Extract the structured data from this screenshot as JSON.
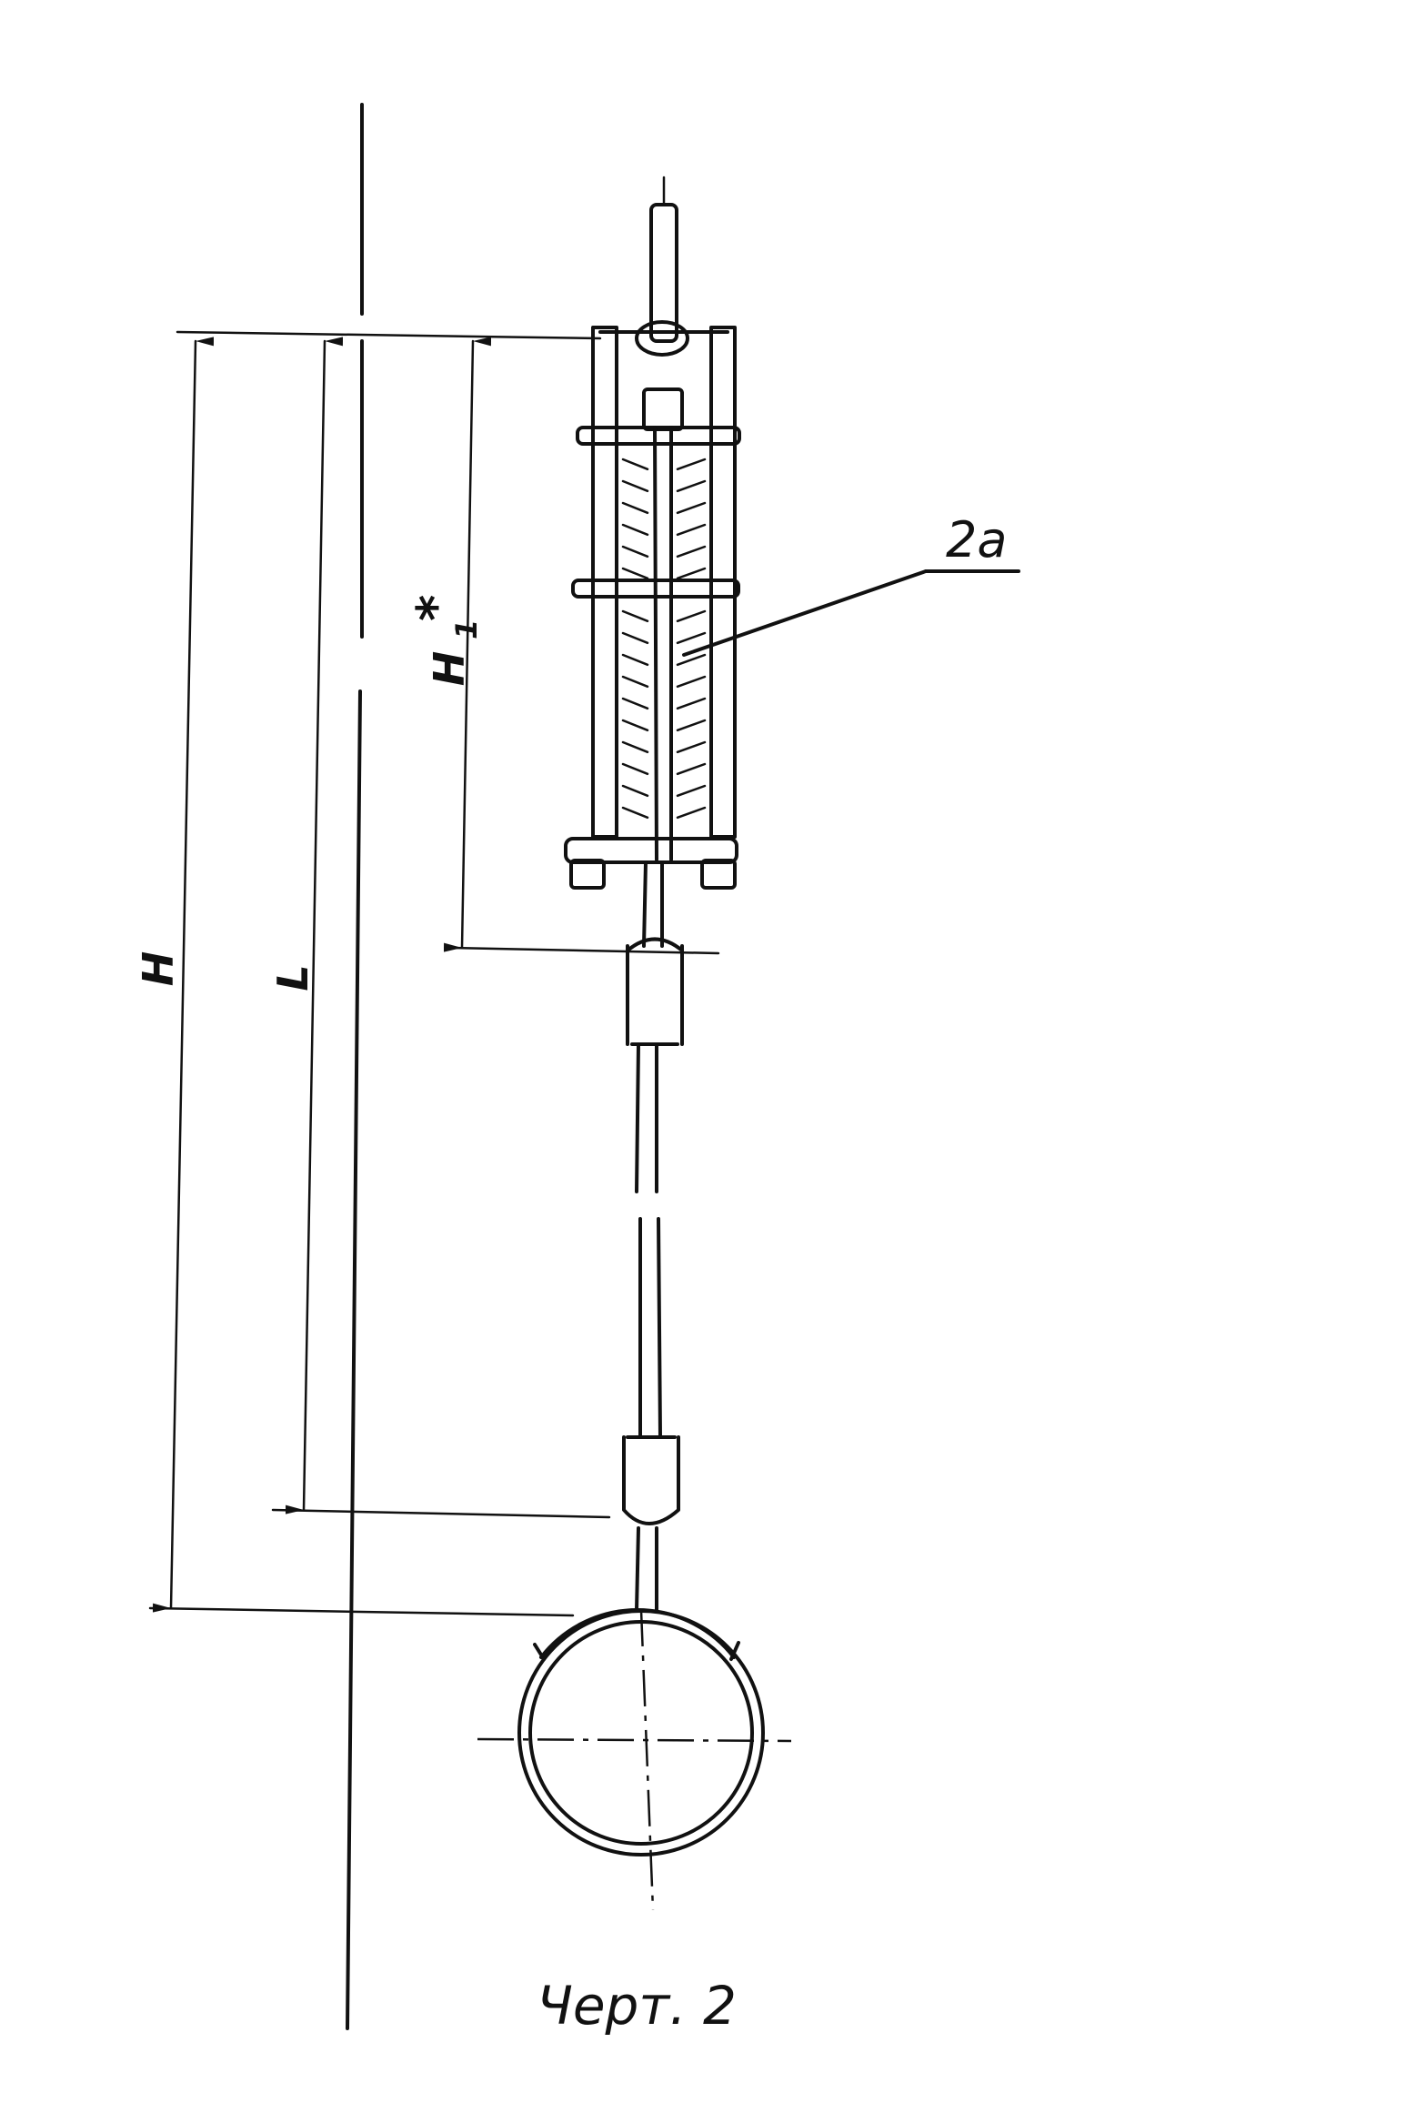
{
  "dimensions": {
    "H": "H",
    "L": "L",
    "H1": "H",
    "H1_subscript": "1",
    "H1_mark": "*"
  },
  "callout_label": "2а",
  "caption": "Черт. 2"
}
